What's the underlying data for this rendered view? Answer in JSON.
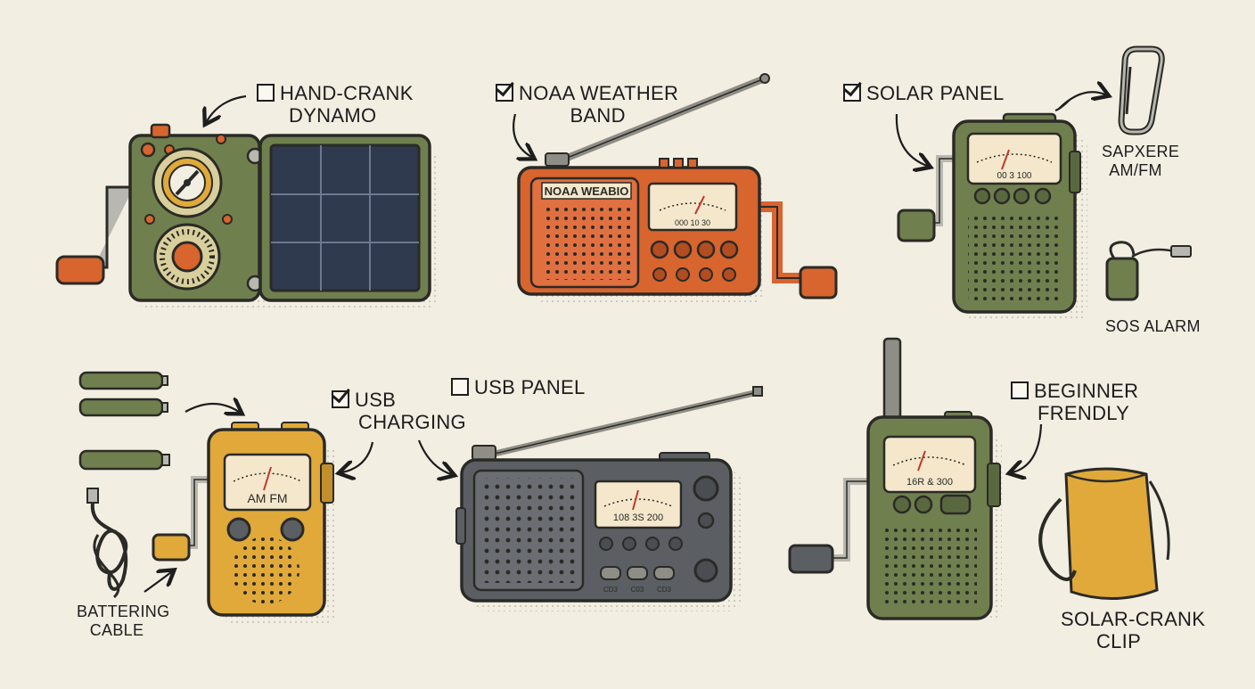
{
  "labels": {
    "hand_crank": {
      "line1": "HAND-CRANK",
      "line2": "DYNAMO",
      "checked": false
    },
    "noaa": {
      "line1": "NOAA WEATHER",
      "line2": "BAND",
      "checked": true
    },
    "solar_panel": {
      "text": "SOLAR PANEL",
      "checked": true
    },
    "sapxere": {
      "line1": "SAPXERE",
      "line2": "AM/FM"
    },
    "sos_alarm": {
      "text": "SOS ALARM"
    },
    "usb_charging": {
      "line1": "USB",
      "line2": "CHARGING",
      "checked": true
    },
    "usb_panel": {
      "text": "USB PANEL",
      "checked": false
    },
    "beginner": {
      "line1": "BEGINNER",
      "line2": "FRENDLY",
      "checked": false
    },
    "battering": {
      "line1": "BATTERING",
      "line2": "CABLE"
    },
    "solar_crank": {
      "line1": "SOLAR-CRANK",
      "line2": "CLIP"
    }
  },
  "radio_text": {
    "noaa_panel": "NOAA WEABIO",
    "noaa_dial": "000  10  30",
    "green_dial": "00  3  100",
    "yellow_dial": "AM  FM",
    "gray_dial": "108  3S  200",
    "tall_dial": "16R  &  300",
    "gray_buttons": [
      "CD3",
      "C03",
      "CD3"
    ]
  },
  "colors": {
    "background": "#f3eee2",
    "olive": "#6f7f4e",
    "orange": "#d8642e",
    "yellow": "#e0a93a",
    "gray": "#5b5f63",
    "outline": "#2a2a26"
  }
}
